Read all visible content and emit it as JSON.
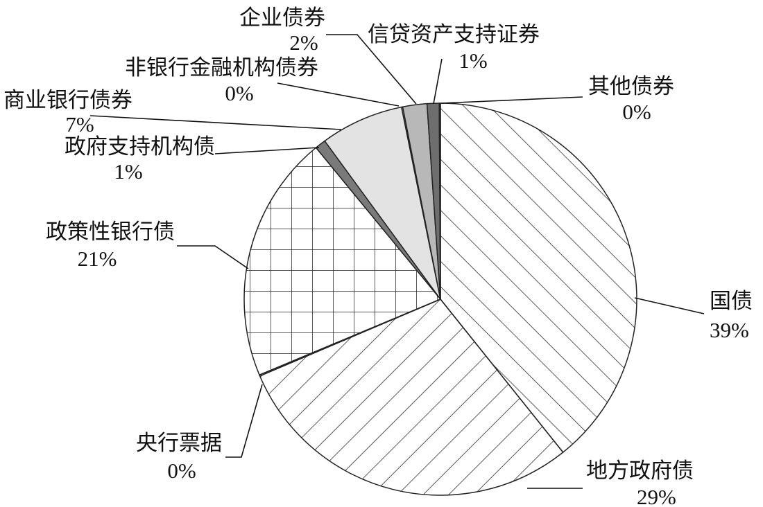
{
  "chart_data": {
    "type": "pie",
    "title": "",
    "slices": [
      {
        "label": "国债",
        "percent_label": "39%",
        "value": 39.5,
        "fill": "hatch-diag-right"
      },
      {
        "label": "地方政府债",
        "percent_label": "29%",
        "value": 29.5,
        "fill": "hatch-diag-left"
      },
      {
        "label": "央行票据",
        "percent_label": "0%",
        "value": 0.1,
        "fill": "white"
      },
      {
        "label": "政策性银行债",
        "percent_label": "21%",
        "value": 20.5,
        "fill": "hatch-grid"
      },
      {
        "label": "政府支持机构债",
        "percent_label": "1%",
        "value": 0.9,
        "fill": "#7a7a7a"
      },
      {
        "label": "商业银行债券",
        "percent_label": "7%",
        "value": 6.9,
        "fill": "#e3e3e3"
      },
      {
        "label": "非银行金融机构债券",
        "percent_label": "0%",
        "value": 0.1,
        "fill": "#e3e3e3"
      },
      {
        "label": "企业债券",
        "percent_label": "2%",
        "value": 2.0,
        "fill": "#b8b8b8"
      },
      {
        "label": "信贷资产支持证券",
        "percent_label": "1%",
        "value": 1.0,
        "fill": "#6e6e6e"
      },
      {
        "label": "其他债券",
        "percent_label": "0%",
        "value": 0.1,
        "fill": "#444444"
      }
    ]
  }
}
